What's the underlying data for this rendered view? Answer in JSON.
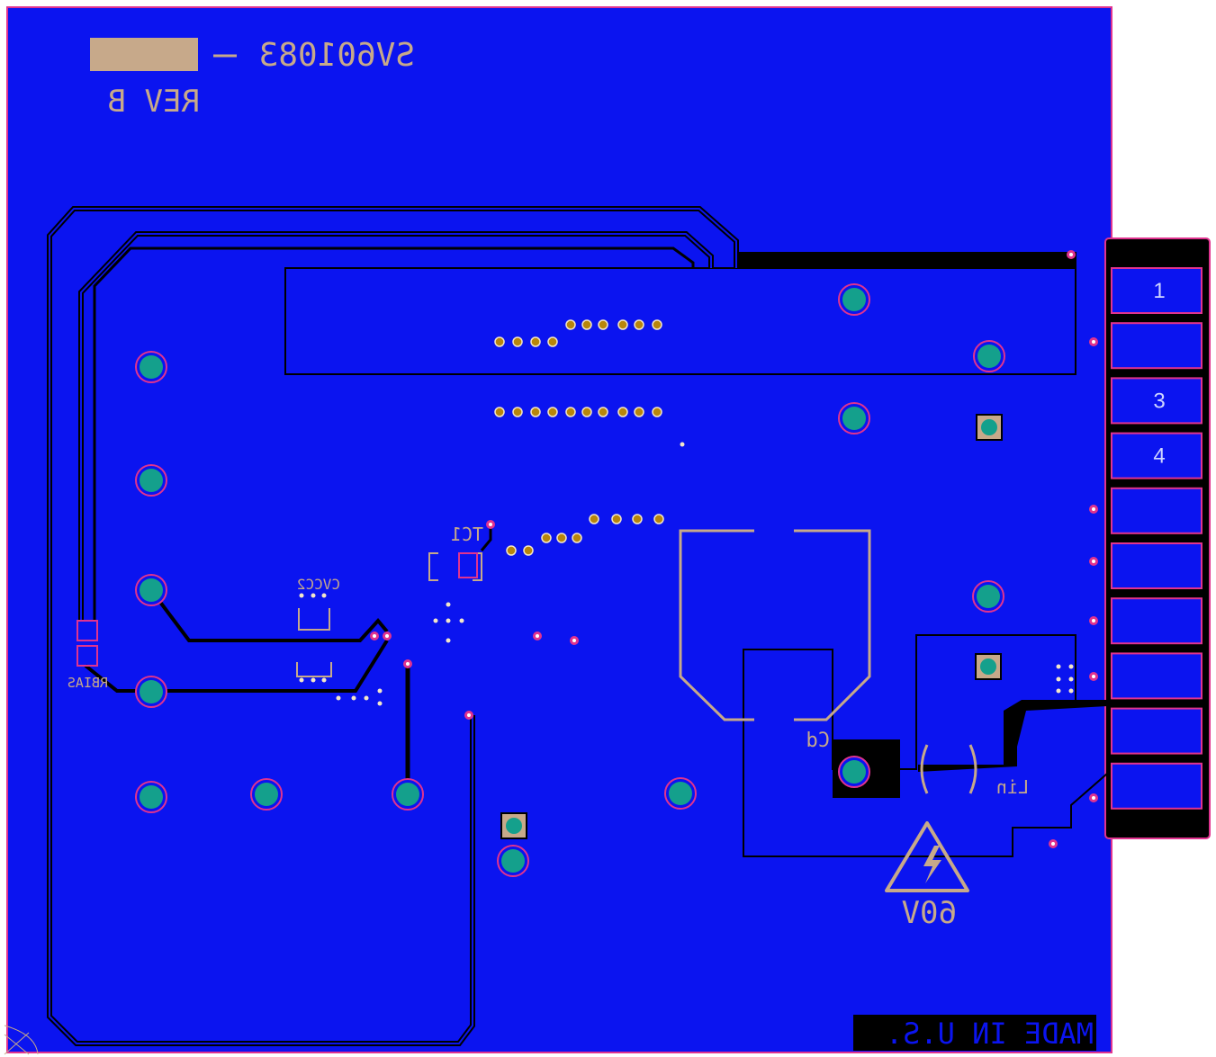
{
  "board": {
    "part_number": "SV601083",
    "revision": "REV B",
    "origin": "MADE IN U.S.",
    "voltage_warning": "60V"
  },
  "colors": {
    "background": "#ffffff",
    "copper": "#0b14f0",
    "outline": "#e0338f",
    "silkscreen": "#c7a98a",
    "pad": "#14a08c",
    "via": "#b8860b",
    "trace": "#000000"
  },
  "connector": {
    "pins": [
      {
        "label": "1"
      },
      {
        "label": ""
      },
      {
        "label": "3"
      },
      {
        "label": "4"
      },
      {
        "label": ""
      },
      {
        "label": ""
      },
      {
        "label": ""
      },
      {
        "label": ""
      },
      {
        "label": ""
      },
      {
        "label": ""
      }
    ]
  },
  "components": {
    "tc1": "TC1",
    "cvcc2": "CVCC2",
    "rbias": "RBIAS",
    "cd": "Cd",
    "lin": "Lin"
  }
}
